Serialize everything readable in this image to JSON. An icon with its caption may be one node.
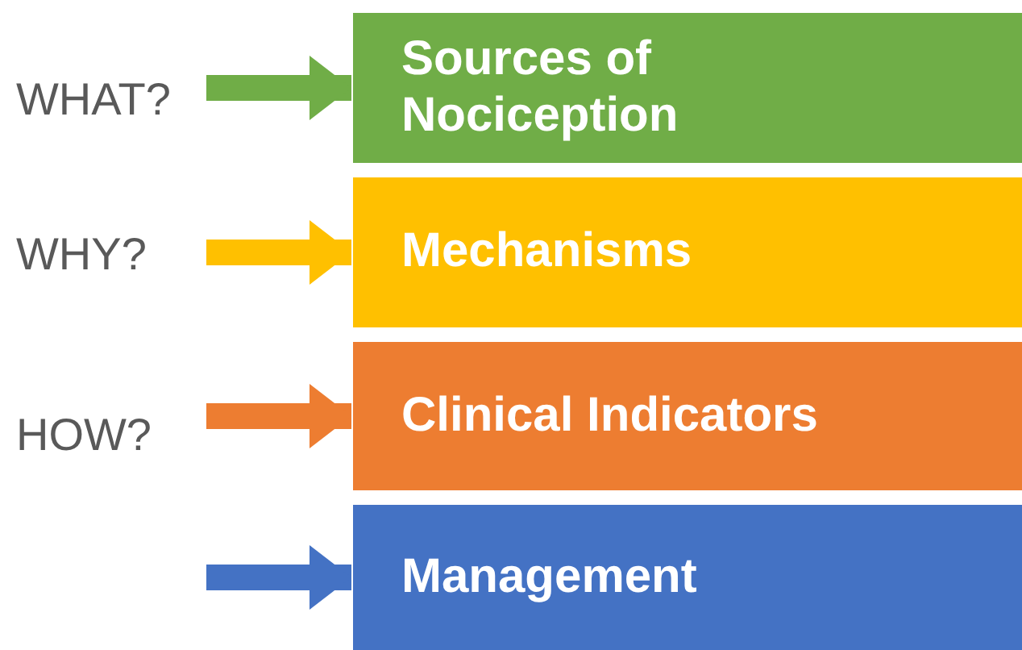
{
  "diagram": {
    "nodes": [
      {
        "text": [
          "WHAT?"
        ]
      },
      {
        "text": [
          "WHY?"
        ]
      },
      {
        "text": [
          "HOW?"
        ]
      },
      {
        "text": [
          "Sources of Nociception"
        ]
      },
      {
        "text": [
          "Mechanisms"
        ]
      },
      {
        "text": [
          "Clinical Indicators"
        ]
      },
      {
        "text": [
          "Management"
        ]
      }
    ],
    "edges": [
      {
        "from": 0,
        "to": 3,
        "arrow": "to",
        "color": "#70ad47"
      },
      {
        "from": 1,
        "to": 4,
        "arrow": "to",
        "color": "#ffc000"
      },
      {
        "from": 2,
        "to": 5,
        "arrow": "to",
        "color": "#ed7d31"
      },
      {
        "from": null,
        "to": 6,
        "arrow": "to",
        "color": "#4472c4"
      }
    ]
  }
}
